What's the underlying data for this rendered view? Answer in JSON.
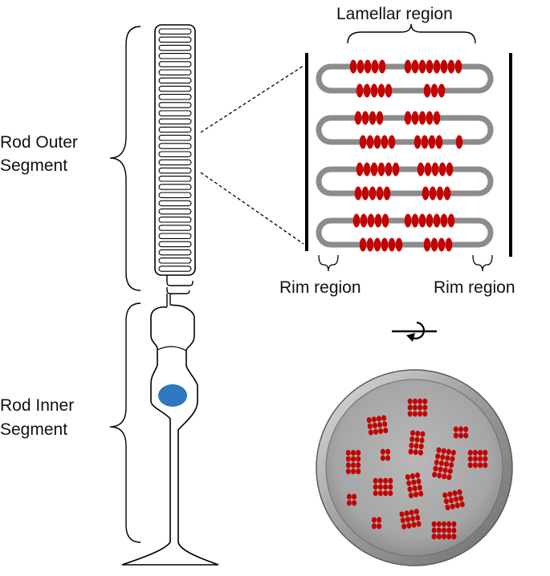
{
  "labels": {
    "outer_line1": "Rod Outer",
    "outer_line2": "Segment",
    "inner_line1": "Rod Inner",
    "inner_line2": "Segment",
    "lamellar": "Lamellar region",
    "rim_left": "Rim region",
    "rim_right": "Rim region"
  },
  "colors": {
    "outline": "#000000",
    "disc_gray": "#8c8c8c",
    "rhodopsin_red": "#c40000",
    "nucleus_blue": "#2e78bf",
    "plate_rim": "#9a9a9a",
    "plate_face": "#a8a8a8"
  },
  "icons": {
    "rotation": "rotate-axis-icon"
  }
}
